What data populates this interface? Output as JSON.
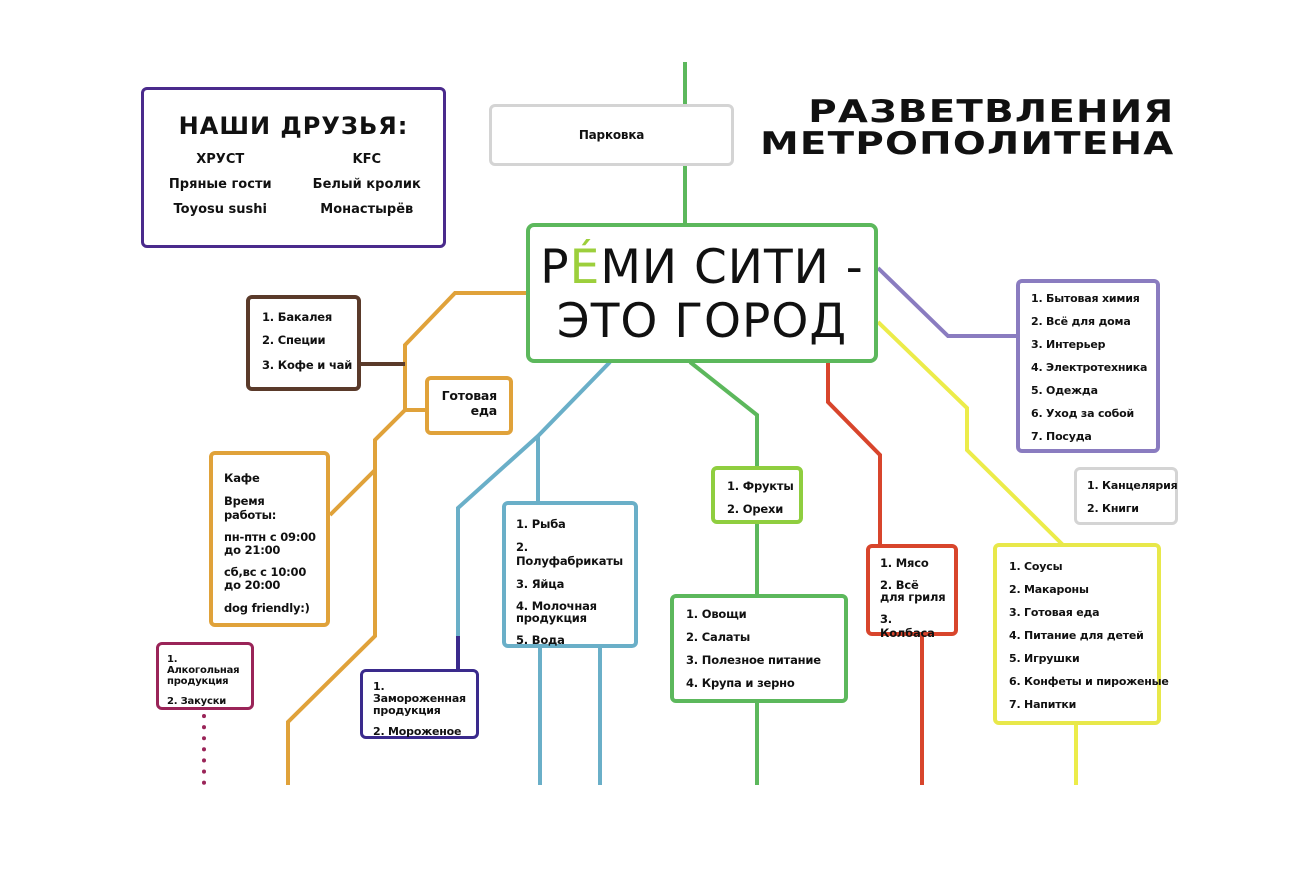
{
  "title": {
    "line1": "РАЗВЕТВЛЕНИЯ",
    "line2": "МЕТРОПОЛИТЕНА"
  },
  "center": {
    "line1_first": "Р",
    "line1_accent": "É",
    "line1_rest": "МИ СИТИ -",
    "line2": "ЭТО ГОРОД"
  },
  "friends": {
    "heading": "НАШИ ДРУЗЬЯ:",
    "names": [
      "ХРУСТ",
      "KFC",
      "Пряные гости",
      "Белый кролик",
      "Toyosu sushi",
      "Монастырёв"
    ]
  },
  "parking": "Парковка",
  "grocery": [
    "1. Бакалея",
    "2. Специи",
    "3. Кофе и чай"
  ],
  "ready_food": "Готовая еда",
  "cafe": [
    "Кафе",
    "Время работы:",
    "пн-птн с 09:00 до 21:00",
    "сб,вс с 10:00 до 20:00",
    "dog friendly:)"
  ],
  "alcohol": [
    "1. Алкогольная продукция",
    "2. Закуски"
  ],
  "frozen": [
    "1. Замороженная продукция",
    "2. Мороженое"
  ],
  "fish": [
    "1. Рыба",
    "2. Полуфабрикаты",
    "3. Яйца",
    "4. Молочная продукция",
    "5. Вода"
  ],
  "fruits": [
    "1. Фрукты",
    "2. Орехи"
  ],
  "vegetables": [
    "1. Овощи",
    "2. Салаты",
    "3. Полезное питание",
    "4. Крупа и зерно"
  ],
  "meat": [
    "1. Мясо",
    "2. Всё для гриля",
    "3. Колбаса"
  ],
  "household": [
    "1. Бытовая химия",
    "2. Всё для дома",
    "3. Интерьер",
    "4. Электротехника",
    "5. Одежда",
    "6. Уход за собой",
    "7. Посуда"
  ],
  "stationery": [
    "1. Канцелярия",
    "2. Книги"
  ],
  "sauces": [
    "1. Соусы",
    "2. Макароны",
    "3. Готовая еда",
    "4. Питание для детей",
    "5. Игрушки",
    "6. Конфеты и пироженые",
    "7. Напитки"
  ],
  "colors": {
    "green": "#5cb85c",
    "lime": "#8fce3f",
    "orange": "#e0a23a",
    "brown": "#5a3a2a",
    "blue": "#6aafc8",
    "navy": "#3a2a8c",
    "purple": "#4a2a8c",
    "lavender": "#8a7cc0",
    "red": "#d8452c",
    "yellow": "#ecec4a",
    "yellow_border": "#e8e84a",
    "gray": "#d4d4d4",
    "maroon": "#9a2458",
    "accent": "#9ccf3c"
  }
}
